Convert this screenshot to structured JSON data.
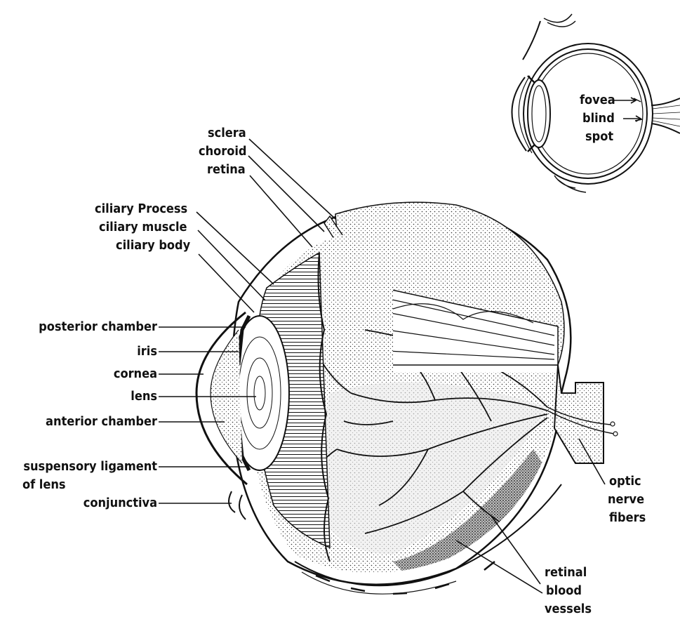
{
  "diagram": {
    "main_labels": {
      "sclera": "sclera",
      "choroid": "choroid",
      "retina": "retina",
      "ciliary_process": "ciliary Process",
      "ciliary_muscle": "ciliary muscle",
      "ciliary_body": "ciliary body",
      "posterior_chamber": "posterior chamber",
      "iris": "iris",
      "cornea": "cornea",
      "lens": "lens",
      "anterior_chamber": "anterior chamber",
      "suspensory_ligament_line1": "suspensory ligament",
      "suspensory_ligament_line2": "of lens",
      "conjunctiva": "conjunctiva",
      "optic_nerve_fibers": [
        "optic",
        "nerve",
        "fibers"
      ],
      "retinal_blood_vessels": [
        "retinal",
        "blood",
        "vessels"
      ]
    },
    "inset_labels": {
      "fovea": "fovea",
      "blind_spot": [
        "blind",
        "spot"
      ]
    },
    "colors": {
      "ink": "#111111",
      "paper": "#ffffff",
      "fill_light": "#efefef",
      "fill_mid": "#cfcfcf",
      "fill_dark": "#2a2a2a"
    }
  }
}
